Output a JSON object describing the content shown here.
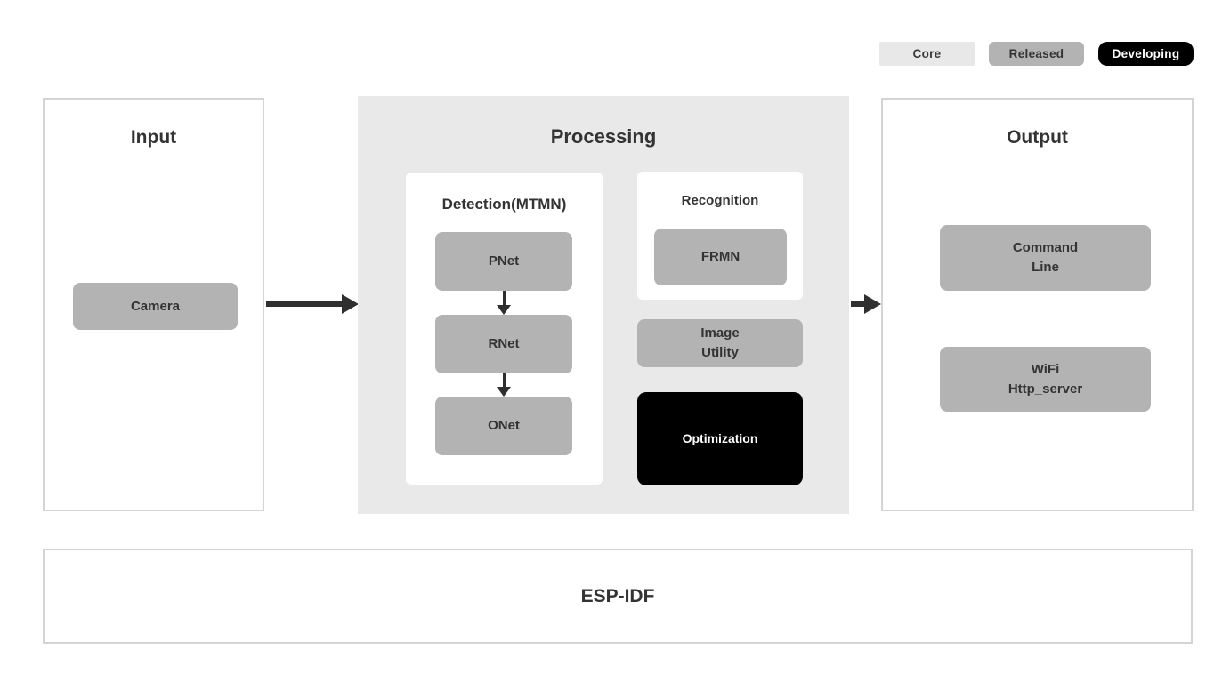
{
  "legend": {
    "core": "Core",
    "released": "Released",
    "developing": "Developing"
  },
  "panels": {
    "input": {
      "title": "Input",
      "camera": {
        "label": "Camera"
      }
    },
    "processing": {
      "title": "Processing",
      "detection": {
        "title": "Detection(MTMN)",
        "nodes": [
          {
            "label": "PNet"
          },
          {
            "label": "RNet"
          },
          {
            "label": "ONet"
          }
        ]
      },
      "recognition": {
        "title": "Recognition",
        "frmn": {
          "label": "FRMN"
        }
      },
      "image_utility": {
        "line1": "Image",
        "line2": "Utility"
      },
      "optimization": {
        "label": "Optimization"
      }
    },
    "output": {
      "title": "Output",
      "command_line": {
        "line1": "Command",
        "line2": "Line"
      },
      "wifi": {
        "line1": "WiFi",
        "line2": "Http_server"
      }
    },
    "foundation": {
      "title": "ESP-IDF"
    }
  },
  "colors": {
    "core_bg": "#e8e8e8",
    "released_bg": "#b3b3b3",
    "developing_bg": "#000000",
    "processing_bg": "#e9e9e9",
    "node_gray": "#b3b3b3",
    "panel_border": "#d4d4d4",
    "arrow": "#2f2f2f",
    "text": "#333333"
  }
}
